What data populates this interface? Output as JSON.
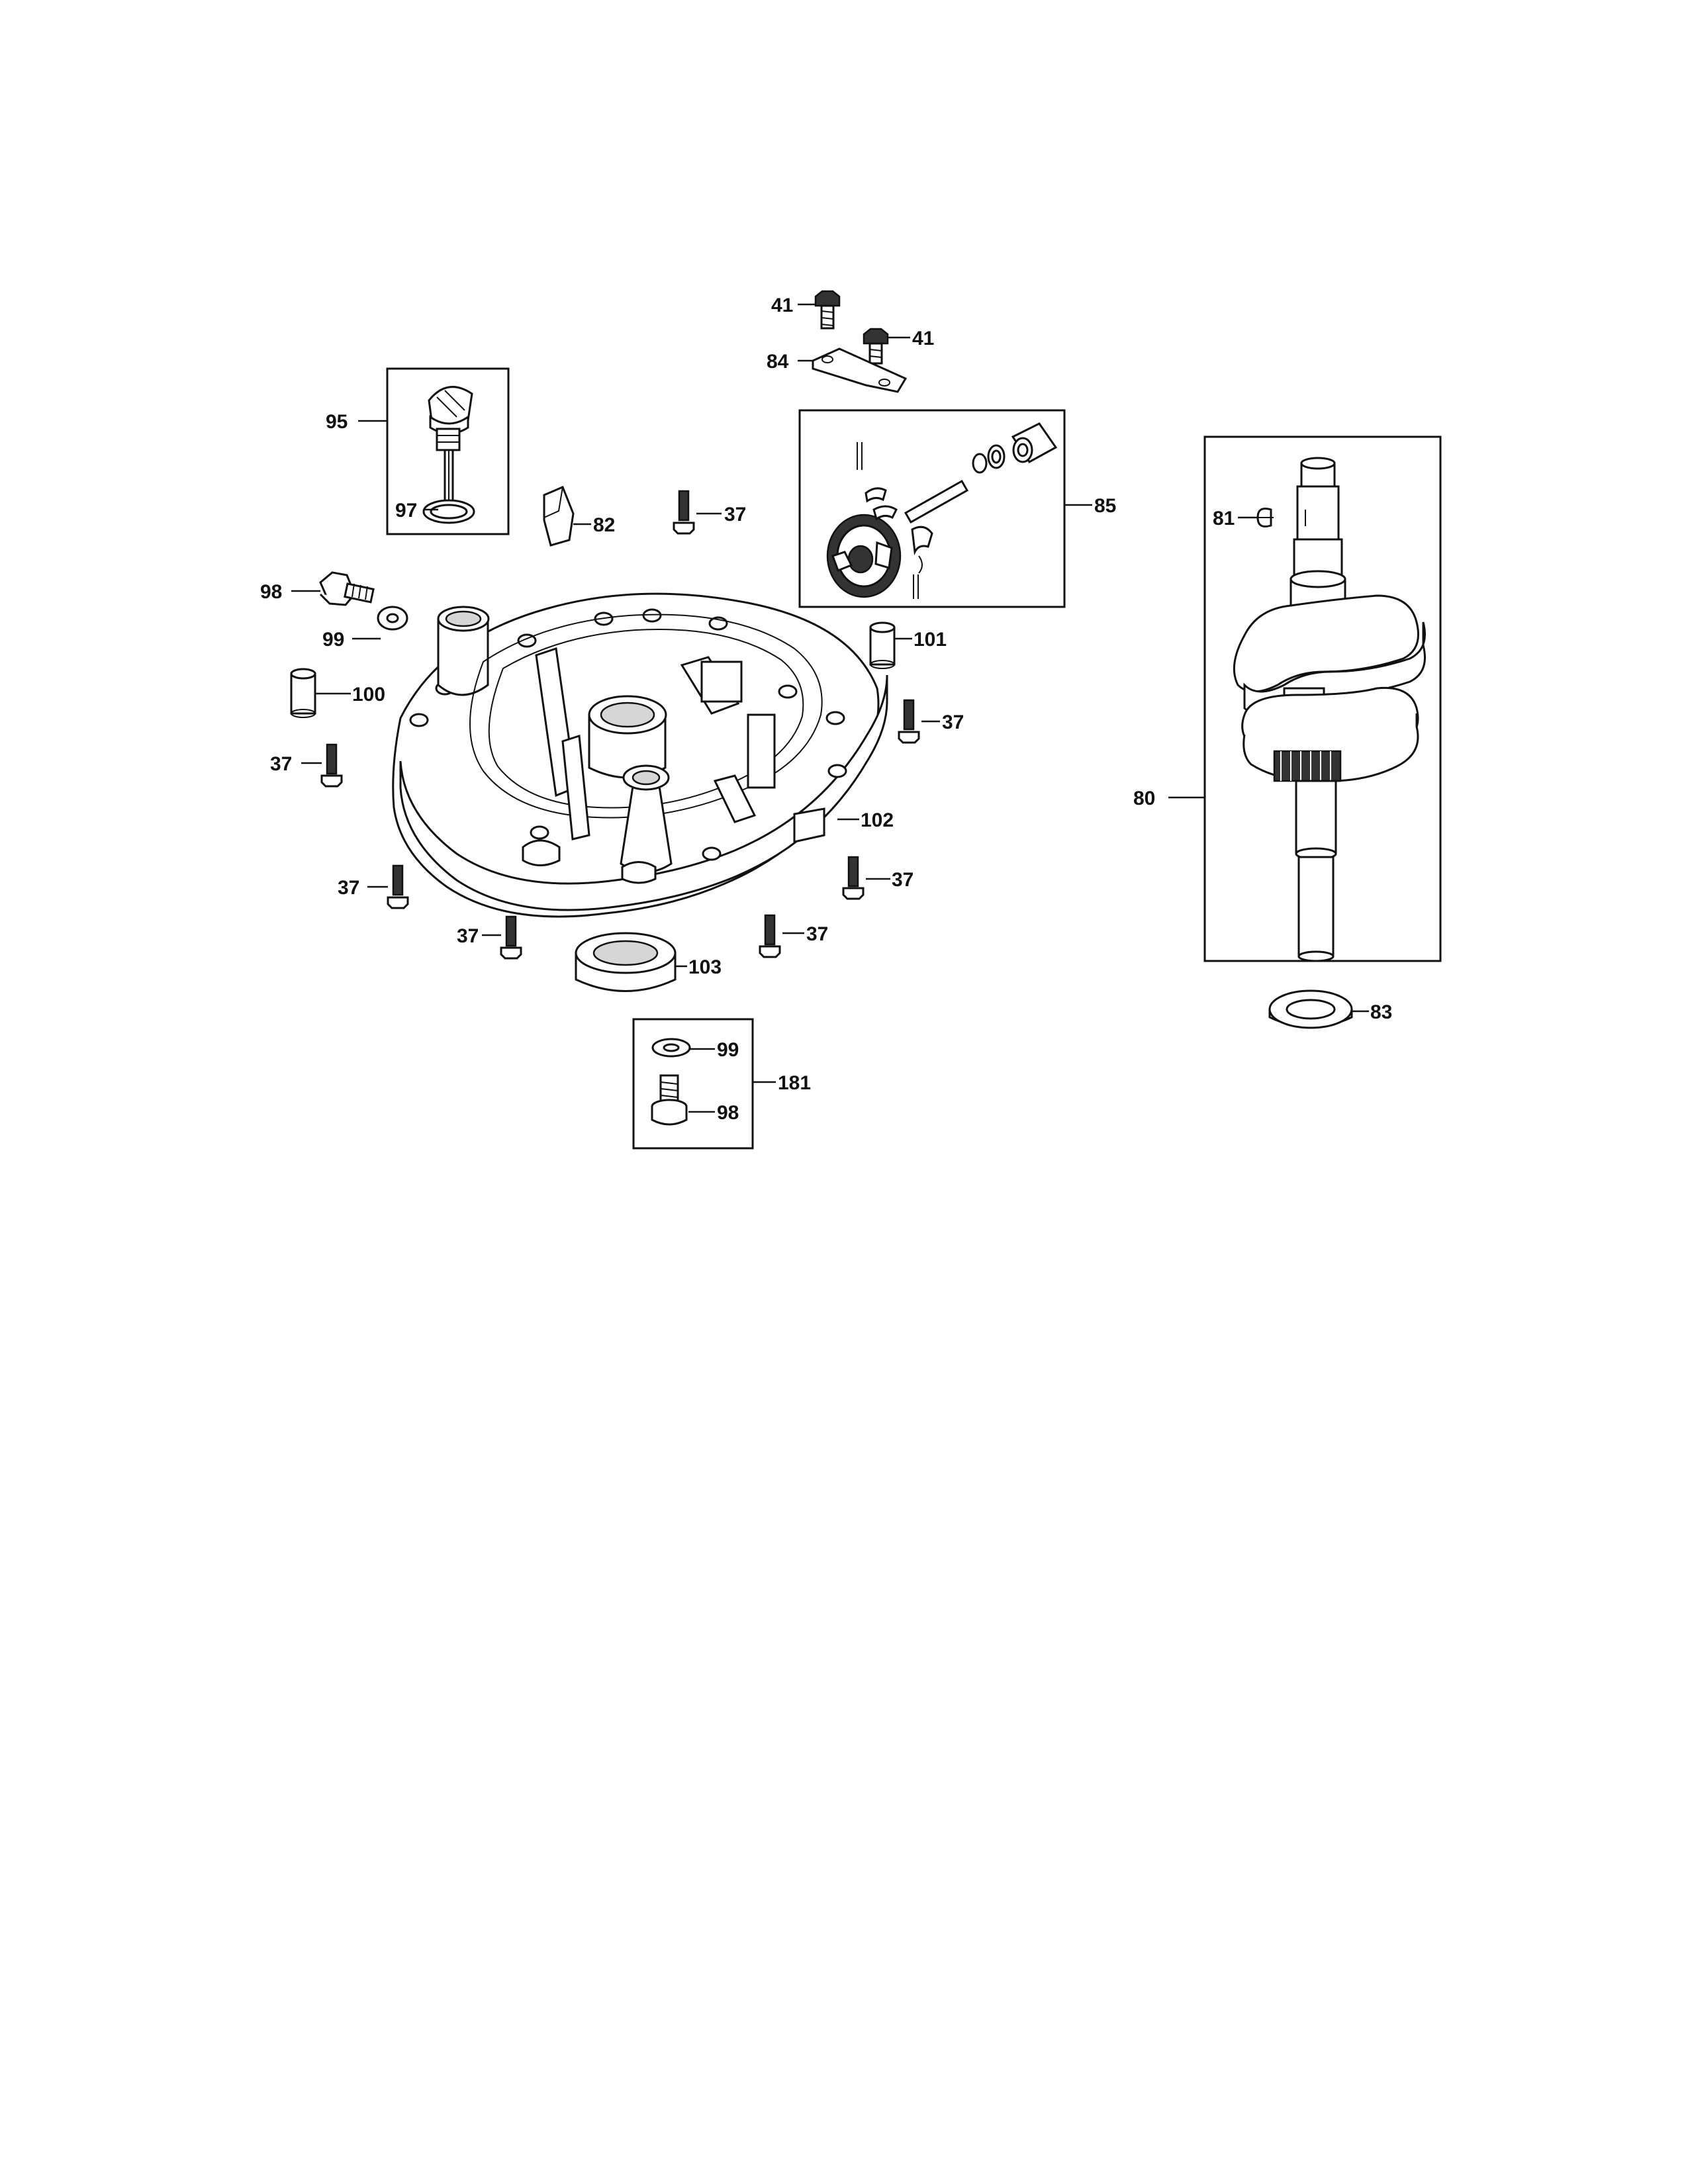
{
  "callouts": {
    "c41a": "41",
    "c41b": "41",
    "c84": "84",
    "c95": "95",
    "c97": "97",
    "c82": "82",
    "c37_top": "37",
    "c85": "85",
    "c81": "81",
    "c98_left": "98",
    "c99_left": "99",
    "c101": "101",
    "c100": "100",
    "c37_right_upper": "37",
    "c37_left_mid": "37",
    "c80": "80",
    "c102": "102",
    "c37_left_low": "37",
    "c37_right_low": "37",
    "c37_bottom_left": "37",
    "c37_bottom_mid": "37",
    "c103": "103",
    "c83": "83",
    "c99_kit": "99",
    "c181": "181",
    "c98_kit": "98"
  }
}
